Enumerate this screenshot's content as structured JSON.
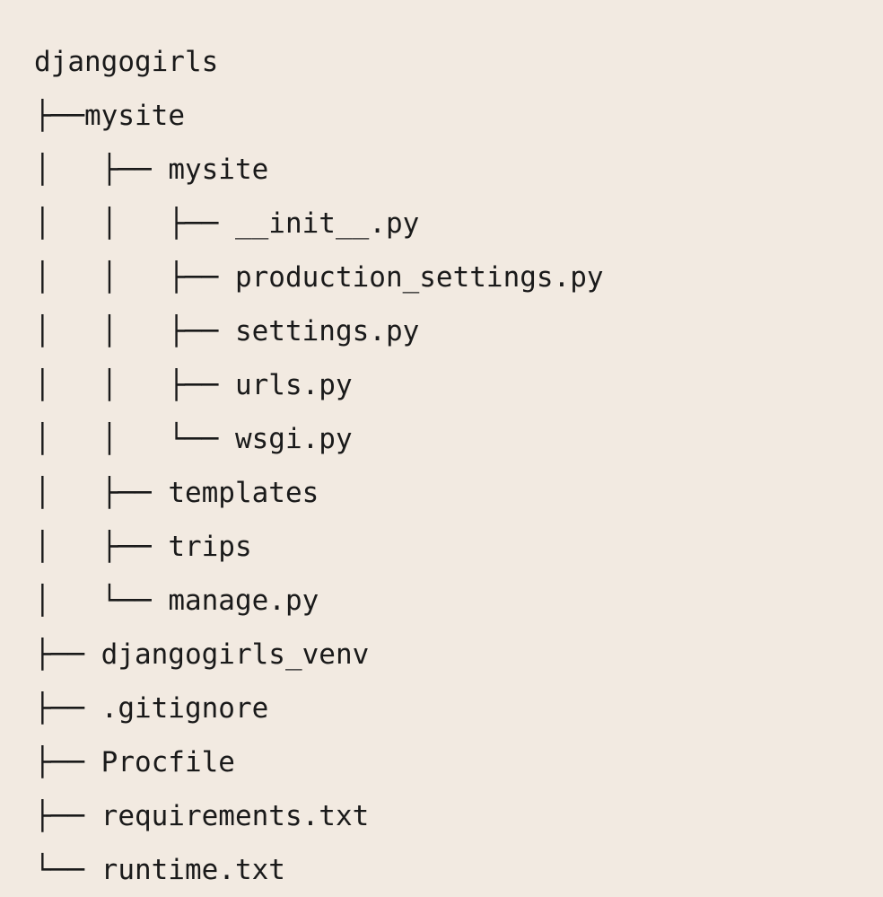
{
  "theme": {
    "background_color": "#F2EAE1",
    "text_color": "#1A1A1A"
  },
  "tree": {
    "root_label": "djangogirls",
    "rows": [
      {
        "prefix": "",
        "name": "djangogirls",
        "depth": 0,
        "kind": "directory",
        "is_last": false
      },
      {
        "prefix": "├──",
        "name": "mysite",
        "depth": 1,
        "kind": "directory",
        "is_last": false
      },
      {
        "prefix": "│   ├── ",
        "name": "mysite",
        "depth": 2,
        "kind": "directory",
        "is_last": false
      },
      {
        "prefix": "│   │   ├── ",
        "name": "__init__.py",
        "depth": 3,
        "kind": "file",
        "is_last": false
      },
      {
        "prefix": "│   │   ├── ",
        "name": "production_settings.py",
        "depth": 3,
        "kind": "file",
        "is_last": false
      },
      {
        "prefix": "│   │   ├── ",
        "name": "settings.py",
        "depth": 3,
        "kind": "file",
        "is_last": false
      },
      {
        "prefix": "│   │   ├── ",
        "name": "urls.py",
        "depth": 3,
        "kind": "file",
        "is_last": false
      },
      {
        "prefix": "│   │   └── ",
        "name": "wsgi.py",
        "depth": 3,
        "kind": "file",
        "is_last": true
      },
      {
        "prefix": "│   ├── ",
        "name": "templates",
        "depth": 2,
        "kind": "directory",
        "is_last": false
      },
      {
        "prefix": "│   ├── ",
        "name": "trips",
        "depth": 2,
        "kind": "directory",
        "is_last": false
      },
      {
        "prefix": "│   └── ",
        "name": "manage.py",
        "depth": 2,
        "kind": "file",
        "is_last": true
      },
      {
        "prefix": "├── ",
        "name": "djangogirls_venv",
        "depth": 1,
        "kind": "directory",
        "is_last": false
      },
      {
        "prefix": "├── ",
        "name": ".gitignore",
        "depth": 1,
        "kind": "file",
        "is_last": false
      },
      {
        "prefix": "├── ",
        "name": "Procfile",
        "depth": 1,
        "kind": "file",
        "is_last": false
      },
      {
        "prefix": "├── ",
        "name": "requirements.txt",
        "depth": 1,
        "kind": "file",
        "is_last": false
      },
      {
        "prefix": "└── ",
        "name": "runtime.txt",
        "depth": 1,
        "kind": "file",
        "is_last": true
      }
    ]
  }
}
